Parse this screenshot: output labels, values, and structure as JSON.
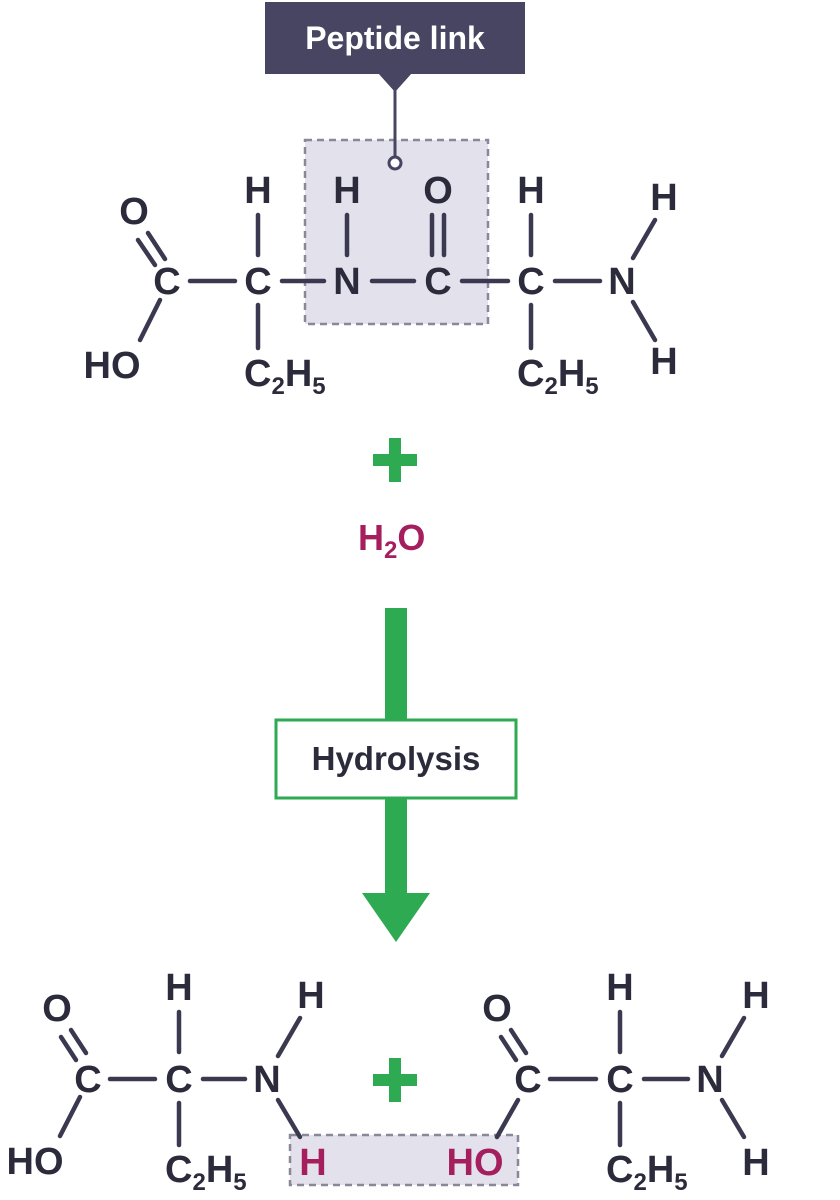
{
  "callout": {
    "label": "Peptide link"
  },
  "dipeptide": {
    "o_top": "O",
    "ho_left": "HO",
    "c1": "C",
    "h_top_1": "H",
    "c2": "C",
    "r1": "C",
    "r1_sub1": "2",
    "r1_h": "H",
    "r1_sub2": "5",
    "h_amide": "H",
    "n_amide": "N",
    "o_carbonyl": "O",
    "c_carbonyl": "C",
    "h_top_2": "H",
    "c3": "C",
    "r2": "C",
    "r2_sub1": "2",
    "r2_h": "H",
    "r2_sub2": "5",
    "n_terminal": "N",
    "h_n_top": "H",
    "h_n_bottom": "H"
  },
  "reactant_plus": "+",
  "water": {
    "h": "H",
    "sub": "2",
    "o": "O"
  },
  "arrow": {
    "label": "Hydrolysis"
  },
  "products": {
    "left": {
      "o_top": "O",
      "ho": "HO",
      "c1": "C",
      "h_top": "H",
      "c2": "C",
      "r": "C",
      "r_sub1": "2",
      "r_h": "H",
      "r_sub2": "5",
      "n": "N",
      "h_n_top": "H",
      "h_added": "H"
    },
    "plus": "+",
    "right": {
      "o_top": "O",
      "c1": "C",
      "ho_added": "HO",
      "h_top": "H",
      "c2": "C",
      "r": "C",
      "r_sub1": "2",
      "r_h": "H",
      "r_sub2": "5",
      "n": "N",
      "h_n_top": "H",
      "h_n_bottom": "H"
    }
  },
  "colors": {
    "bond": "#3a3950",
    "callout_bg": "#474561",
    "highlight_box": "#e2e1ec",
    "reaction_green": "#2eaa52",
    "water_magenta": "#a51f5f"
  }
}
